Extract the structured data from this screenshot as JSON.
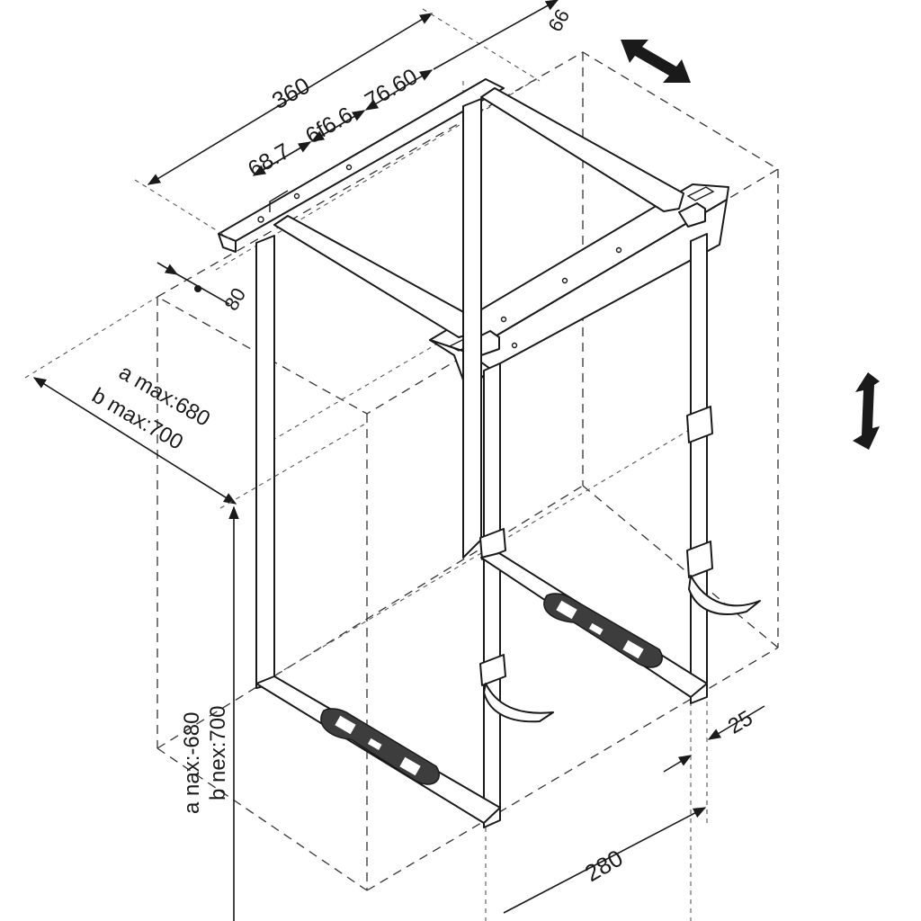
{
  "diagram": {
    "type": "isometric technical drawing",
    "subject": "under-desk PC / CPU holder with adjustable straps",
    "colors": {
      "line": "#1a1a1a",
      "pad": "#3d3d3d",
      "background": "#ffffff"
    }
  },
  "dimensions": {
    "overall_width": "360",
    "sub_width_1": "68.7",
    "sub_width_2": "6f6.6",
    "sub_width_3": "76.60",
    "bracket_depth": "66",
    "bracket_offset": "80",
    "depth_label_a": "a max:680",
    "depth_label_b": "b max:700",
    "height_label_a": "a nax:-680",
    "height_label_b": "b nex:700",
    "strap_width": "25",
    "base_depth": "280"
  },
  "icons": {
    "horizontal_adjust": "double-arrow-diagonal-icon",
    "vertical_adjust": "double-arrow-vertical-icon"
  }
}
